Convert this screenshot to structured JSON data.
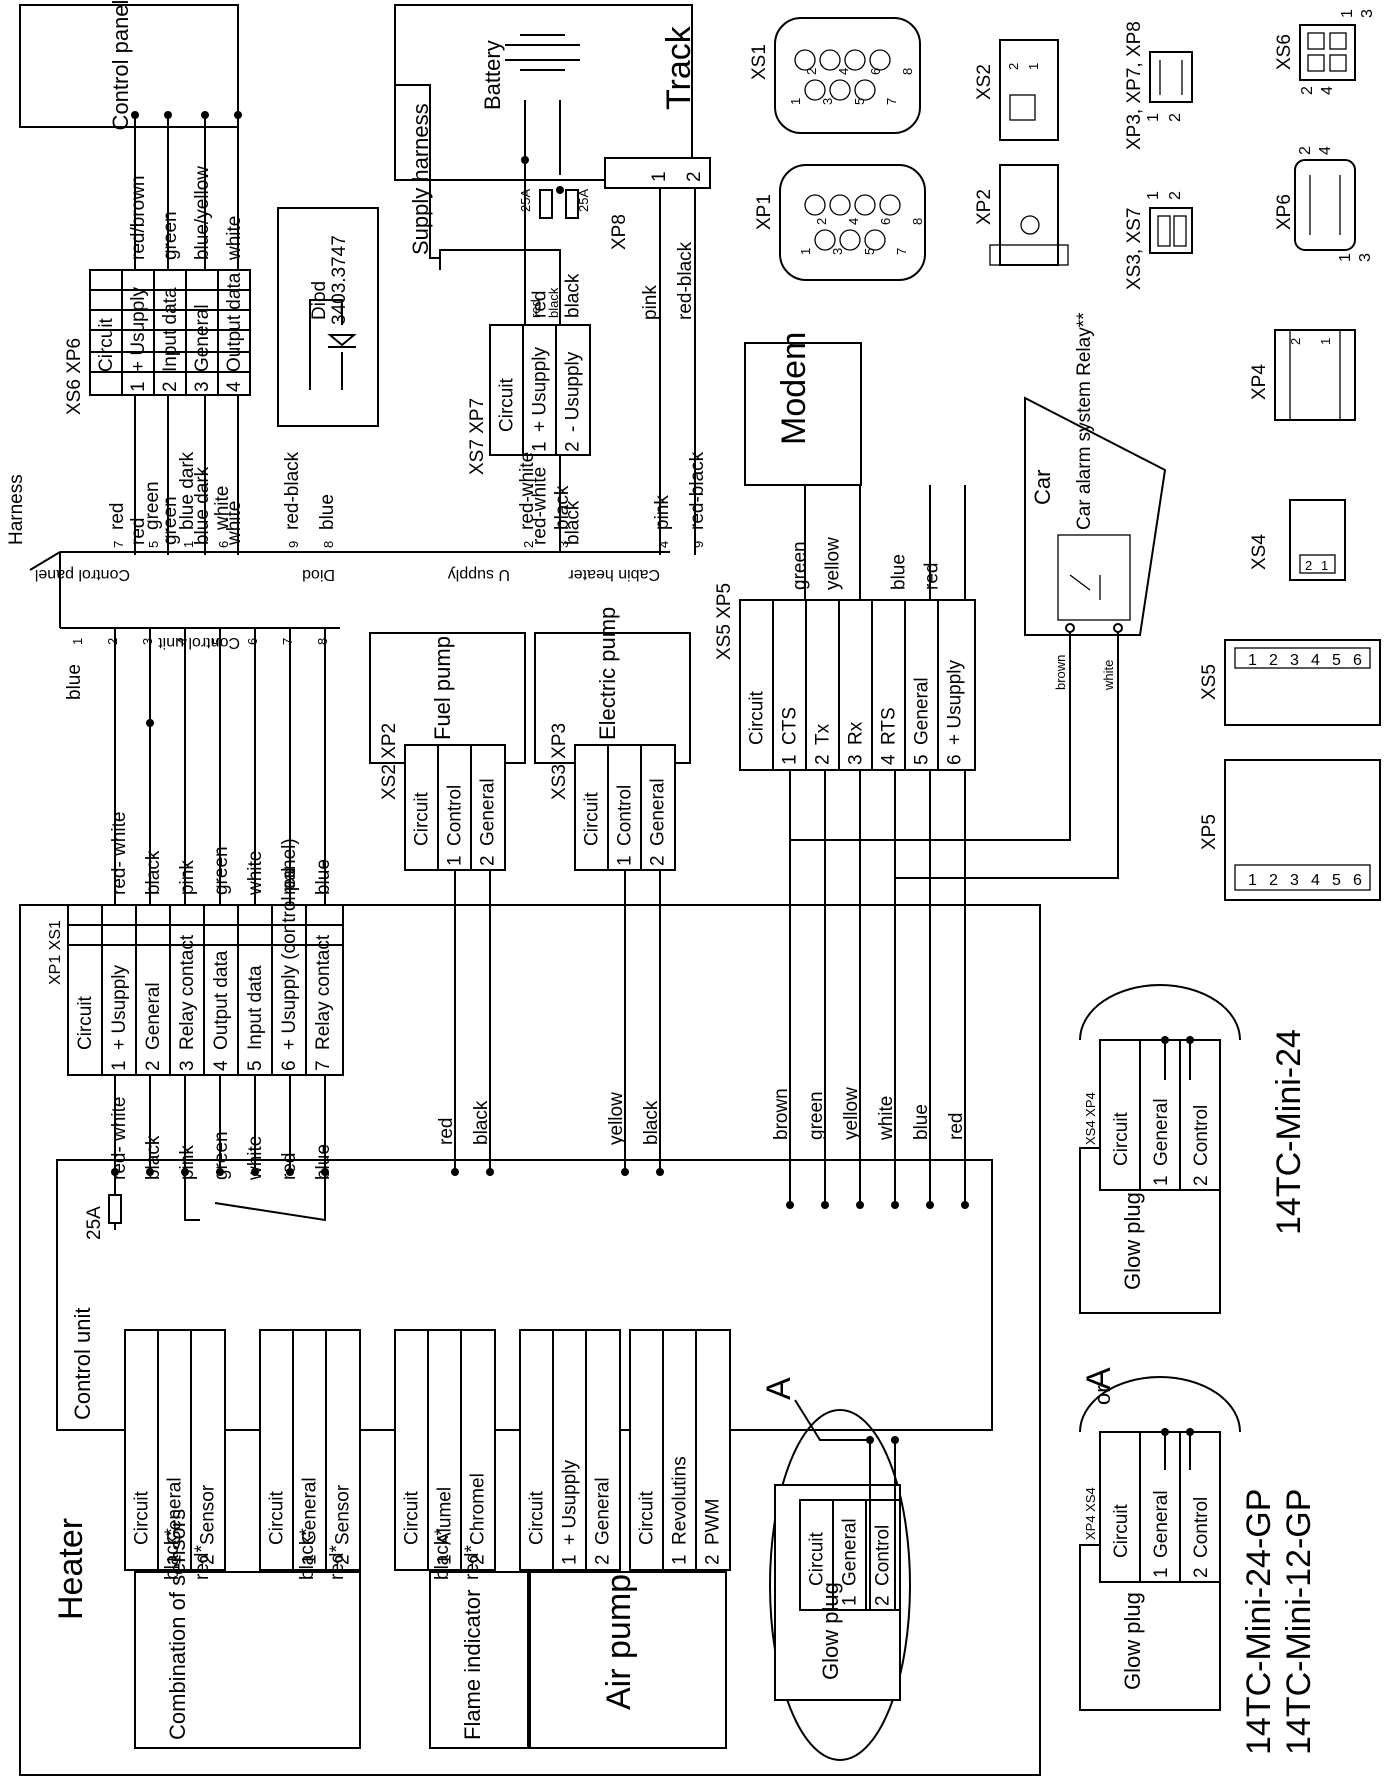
{
  "labels": {
    "heater": "Heater",
    "control_unit": "Control unit",
    "control_panel": "Control panel",
    "harness": "Harness",
    "supply_harness": "Supply harness",
    "battery": "Battery",
    "track": "Track",
    "modem": "Modem",
    "fuel_pump": "Fuel pump",
    "electric_pump": "Electric pump",
    "car": "Car",
    "car_alarm": "Car alarm system Relay**",
    "diod": "Diod",
    "diod_part": "3403.3747",
    "fuse_25a": "25A",
    "combination_of_sensors": "Combination of sensors",
    "flame_indicator": "Flame indicator",
    "air_pump": "Air pump",
    "glow_plug": "Glow plug",
    "section_a": "A",
    "or": "or",
    "model_24": "14TC-Mini-24",
    "model_24_gp": "14TC-Mini-24-GP",
    "model_12_gp": "14TC-Mini-12-GP"
  },
  "harness_tags": {
    "control_panel": "Control panel",
    "diod": "Diod",
    "u_supply": "U supply",
    "cabin_heater": "Cabin heater",
    "control_unit": "Control unit"
  },
  "connectors": {
    "xp1_xs1": {
      "ids": "XP1  XS1",
      "rows": [
        {
          "pin": "",
          "circuit": "Circuit",
          "wire_in": "",
          "wire_out": ""
        },
        {
          "pin": "1",
          "circuit": "+ Usupply",
          "wire_in": "red- white",
          "wire_out": "red- white"
        },
        {
          "pin": "2",
          "circuit": "General",
          "wire_in": "black",
          "wire_out": "black"
        },
        {
          "pin": "3",
          "circuit": "Relay contact",
          "wire_in": "pink",
          "wire_out": "pink"
        },
        {
          "pin": "4",
          "circuit": "Output data",
          "wire_in": "green",
          "wire_out": "green"
        },
        {
          "pin": "5",
          "circuit": "Input data",
          "wire_in": "white",
          "wire_out": "white"
        },
        {
          "pin": "6",
          "circuit": "+ Usupply (control panel)",
          "wire_in": "red",
          "wire_out": "red"
        },
        {
          "pin": "7",
          "circuit": "Relay contact",
          "wire_in": "blue",
          "wire_out": "blue"
        }
      ]
    },
    "xs6_xp6": {
      "ids": "XS6  XP6",
      "rows": [
        {
          "pin": "",
          "circuit": "Circuit",
          "wire_in": "",
          "wire_out": ""
        },
        {
          "pin": "1",
          "circuit": "+ Usupply",
          "wire_in": "red",
          "wire_out": "red/brown"
        },
        {
          "pin": "2",
          "circuit": "Input data",
          "wire_in": "green",
          "wire_out": "green"
        },
        {
          "pin": "3",
          "circuit": "General",
          "wire_in": "blue dark",
          "wire_out": "blue/yellow"
        },
        {
          "pin": "4",
          "circuit": "Output data",
          "wire_in": "white",
          "wire_out": "white"
        }
      ]
    },
    "xs7_xp7": {
      "ids": "XS7  XP7",
      "rows": [
        {
          "pin": "",
          "circuit": "Circuit",
          "wire_in": "",
          "wire_out": ""
        },
        {
          "pin": "1",
          "circuit": "+ Usupply",
          "wire_in": "red-white",
          "wire_out": "red"
        },
        {
          "pin": "2",
          "circuit": "- Usupply",
          "wire_in": "black",
          "wire_out": "black"
        }
      ]
    },
    "xs2_xp2": {
      "ids": "XS2  XP2",
      "rows": [
        {
          "pin": "",
          "circuit": "Circuit"
        },
        {
          "pin": "1",
          "circuit": "Control"
        },
        {
          "pin": "2",
          "circuit": "General"
        }
      ]
    },
    "xs3_xp3": {
      "ids": "XS3  XP3",
      "rows": [
        {
          "pin": "",
          "circuit": "Circuit"
        },
        {
          "pin": "1",
          "circuit": "Control"
        },
        {
          "pin": "2",
          "circuit": "General"
        }
      ]
    },
    "xs5_xp5": {
      "ids": "XS5  XP5",
      "rows": [
        {
          "pin": "",
          "circuit": "Circuit",
          "wire_in": ""
        },
        {
          "pin": "1",
          "circuit": "CTS",
          "wire_in": "green"
        },
        {
          "pin": "2",
          "circuit": "Tx",
          "wire_in": "yellow"
        },
        {
          "pin": "3",
          "circuit": "Rx",
          "wire_in": ""
        },
        {
          "pin": "4",
          "circuit": "RTS",
          "wire_in": "blue"
        },
        {
          "pin": "5",
          "circuit": "General",
          "wire_in": "red"
        },
        {
          "pin": "6",
          "circuit": "+ Usupply",
          "wire_in": ""
        }
      ]
    },
    "xp8": {
      "ids": "XP8",
      "pins": [
        "1",
        "2"
      ],
      "wires": [
        "pink",
        "red-black"
      ]
    },
    "sensors_1": {
      "rows": [
        {
          "pin": "",
          "circuit": "Circuit"
        },
        {
          "pin": "1",
          "circuit": "General"
        },
        {
          "pin": "2",
          "circuit": "Sensor"
        }
      ]
    },
    "sensors_2": {
      "rows": [
        {
          "pin": "",
          "circuit": "Circuit"
        },
        {
          "pin": "1",
          "circuit": "General"
        },
        {
          "pin": "2",
          "circuit": "Sensor"
        }
      ]
    },
    "flame": {
      "rows": [
        {
          "pin": "",
          "circuit": "Circuit"
        },
        {
          "pin": "1",
          "circuit": "Alumel"
        },
        {
          "pin": "2",
          "circuit": "Chromel"
        }
      ]
    },
    "air_pump": {
      "rows": [
        {
          "pin": "",
          "circuit": "Circuit"
        },
        {
          "pin": "1",
          "circuit": "+ Usupply"
        },
        {
          "pin": "2",
          "circuit": "General"
        }
      ]
    },
    "air_pump_motor": {
      "rows": [
        {
          "pin": "",
          "circuit": "Circuit"
        },
        {
          "pin": "1",
          "circuit": "Revolutins"
        },
        {
          "pin": "2",
          "circuit": "PWM"
        }
      ]
    },
    "glow_plug": {
      "rows": [
        {
          "pin": "",
          "circuit": "Circuit"
        },
        {
          "pin": "1",
          "circuit": "General"
        },
        {
          "pin": "2",
          "circuit": "Control"
        }
      ]
    },
    "glow_24": {
      "ids": "XS4  XP4",
      "rows": [
        {
          "pin": "",
          "circuit": "Circuit"
        },
        {
          "pin": "1",
          "circuit": "General"
        },
        {
          "pin": "2",
          "circuit": "Control"
        }
      ]
    },
    "glow_gp": {
      "ids": "XP4  XS4",
      "rows": [
        {
          "pin": "",
          "circuit": "Circuit"
        },
        {
          "pin": "1",
          "circuit": "General"
        },
        {
          "pin": "2",
          "circuit": "Control"
        }
      ]
    }
  },
  "harness_pins": {
    "control_panel": [
      [
        "7",
        "red"
      ],
      [
        "5",
        "green"
      ],
      [
        "1",
        "blue dark"
      ],
      [
        "6",
        "white"
      ]
    ],
    "diod": [
      [
        "9",
        "red-black"
      ],
      [
        "8",
        "blue"
      ]
    ],
    "u_supply": [
      [
        "2",
        "red-white"
      ],
      [
        "3",
        "black"
      ]
    ],
    "cabin_heater": [
      [
        "4",
        "pink"
      ],
      [
        "9",
        "red-black"
      ]
    ],
    "control_unit": [
      "1",
      "2",
      "3",
      "4",
      "5",
      "6",
      "7",
      "8"
    ],
    "control_unit_blue": "blue"
  },
  "wires_misc": {
    "fuel_pump_pair": [
      "red",
      "black"
    ],
    "electric_pump_pair": [
      "yellow",
      "black"
    ],
    "modem_bus": [
      "brown",
      "green",
      "yellow",
      "white",
      "blue",
      "red"
    ],
    "relay_wires": [
      "brown",
      "white"
    ],
    "sensor_wires": [
      "black*",
      "red*"
    ],
    "supply_wires": [
      "red",
      "black"
    ]
  },
  "pinouts": {
    "xs1": "XS1",
    "xp1": "XP1",
    "xs2": "XS2",
    "xp2": "XP2",
    "xp3_7_8": "XP3, XP7, XP8",
    "xs3_7": "XS3, XS7",
    "xs6": "XS6",
    "xp6": "XP6",
    "xp4": "XP4",
    "xs4": "XS4",
    "xs5": "XS5",
    "xp5": "XP5",
    "xs5_pins": [
      "1",
      "2",
      "3",
      "4",
      "5",
      "6"
    ],
    "xp5_pins": [
      "1",
      "2",
      "3",
      "4",
      "5",
      "6"
    ],
    "pin_1_2": [
      "1",
      "2"
    ],
    "xs6_pins": [
      "2",
      "4",
      "1",
      "3"
    ],
    "xp6_pins": [
      "2",
      "4",
      "1",
      "3"
    ],
    "xp1_pins": [
      "1",
      "2",
      "3",
      "4",
      "5",
      "6",
      "7",
      "8"
    ],
    "xs1_pins": [
      "1",
      "2",
      "3",
      "4",
      "5",
      "6",
      "7",
      "8"
    ],
    "xs4_pins": [
      "2",
      "1"
    ],
    "xs2_pins": [
      "2",
      "1"
    ],
    "xp4_pins": [
      "2",
      "1"
    ]
  },
  "colors": {
    "ink": "#000000",
    "paper": "#ffffff"
  }
}
